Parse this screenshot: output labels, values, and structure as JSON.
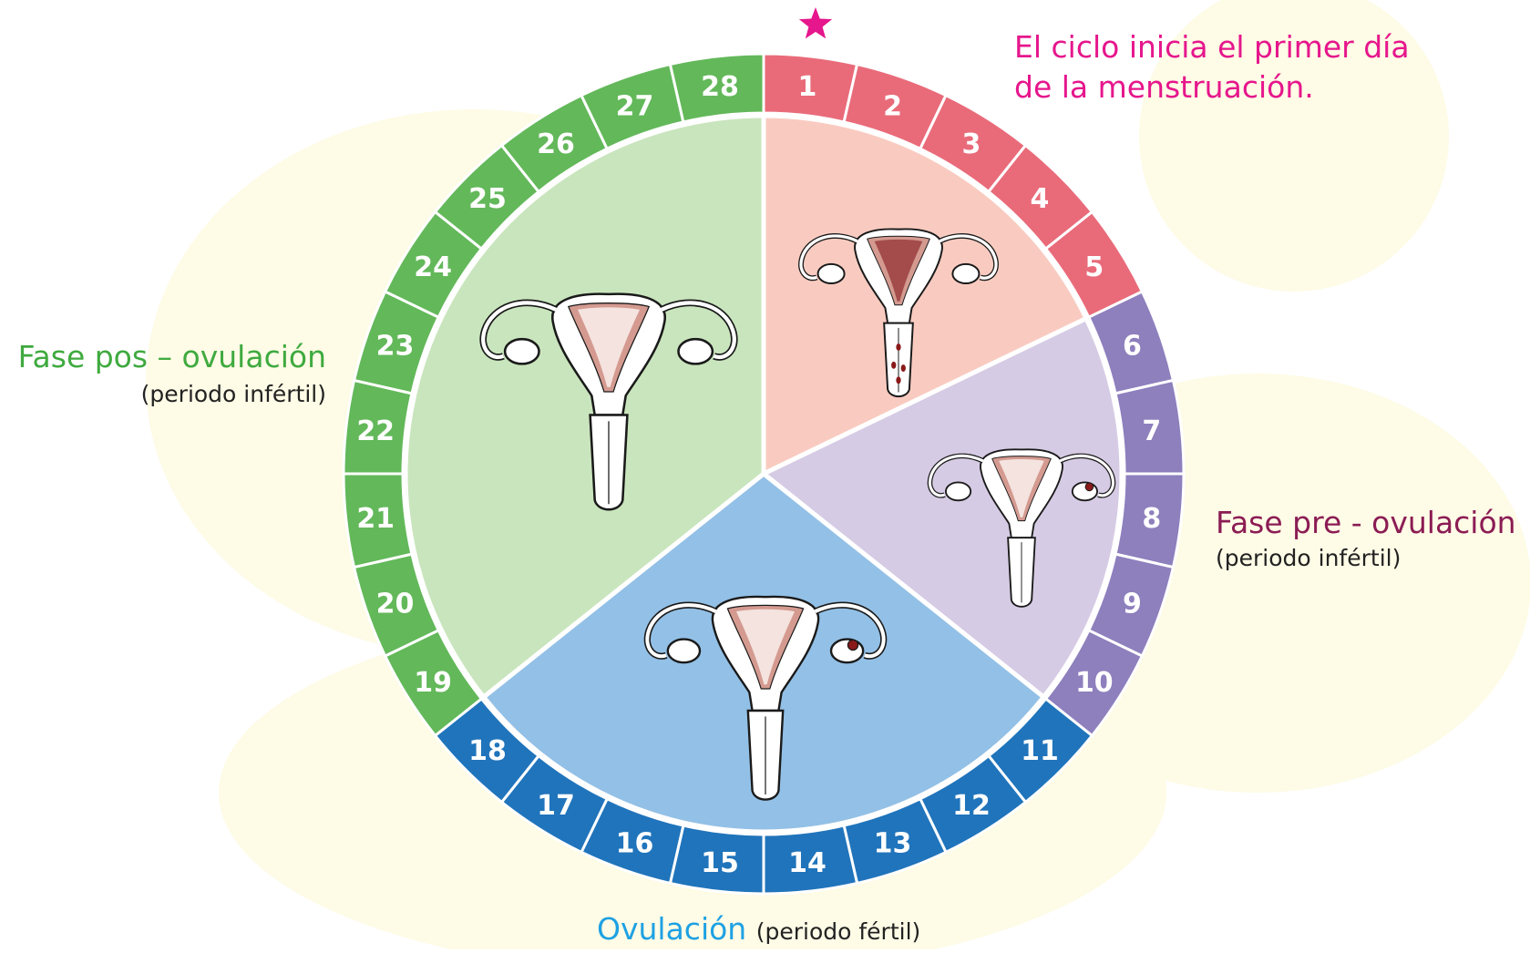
{
  "title_note": {
    "line1": "El ciclo inicia el primer día",
    "line2": "de la menstruación."
  },
  "phases": [
    {
      "key": "menstruation",
      "days": [
        1,
        2,
        3,
        4,
        5
      ],
      "ring_color": "#e96b7a",
      "fill_color": "#f9cbc0",
      "label": "",
      "sublabel": ""
    },
    {
      "key": "pre",
      "days": [
        6,
        7,
        8,
        9,
        10
      ],
      "ring_color": "#8e7fbd",
      "fill_color": "#d6cbe4",
      "label": "Fase pre - ovulación",
      "sublabel": "(periodo infértil)"
    },
    {
      "key": "ovulation",
      "days": [
        11,
        12,
        13,
        14,
        15,
        16,
        17,
        18
      ],
      "ring_color": "#2074bb",
      "fill_color": "#93c0e6",
      "label": "Ovulación",
      "sublabel": "(periodo fértil)"
    },
    {
      "key": "post",
      "days": [
        19,
        20,
        21,
        22,
        23,
        24,
        25,
        26,
        27,
        28
      ],
      "ring_color": "#63b85a",
      "fill_color": "#c9e5bd",
      "label": "Fase pos – ovulación",
      "sublabel": "(periodo infértil)"
    }
  ],
  "colors": {
    "star": "#e6168c",
    "background_blob": "#fefbe6",
    "day_number_light": "#ffffff",
    "uterus_outline": "#1a1a1a",
    "uterus_lining": "#d49a90",
    "blood": "#8a1a1a"
  },
  "icons": {
    "start_marker": "star-icon",
    "phase_illustration": "uterus-icon"
  }
}
